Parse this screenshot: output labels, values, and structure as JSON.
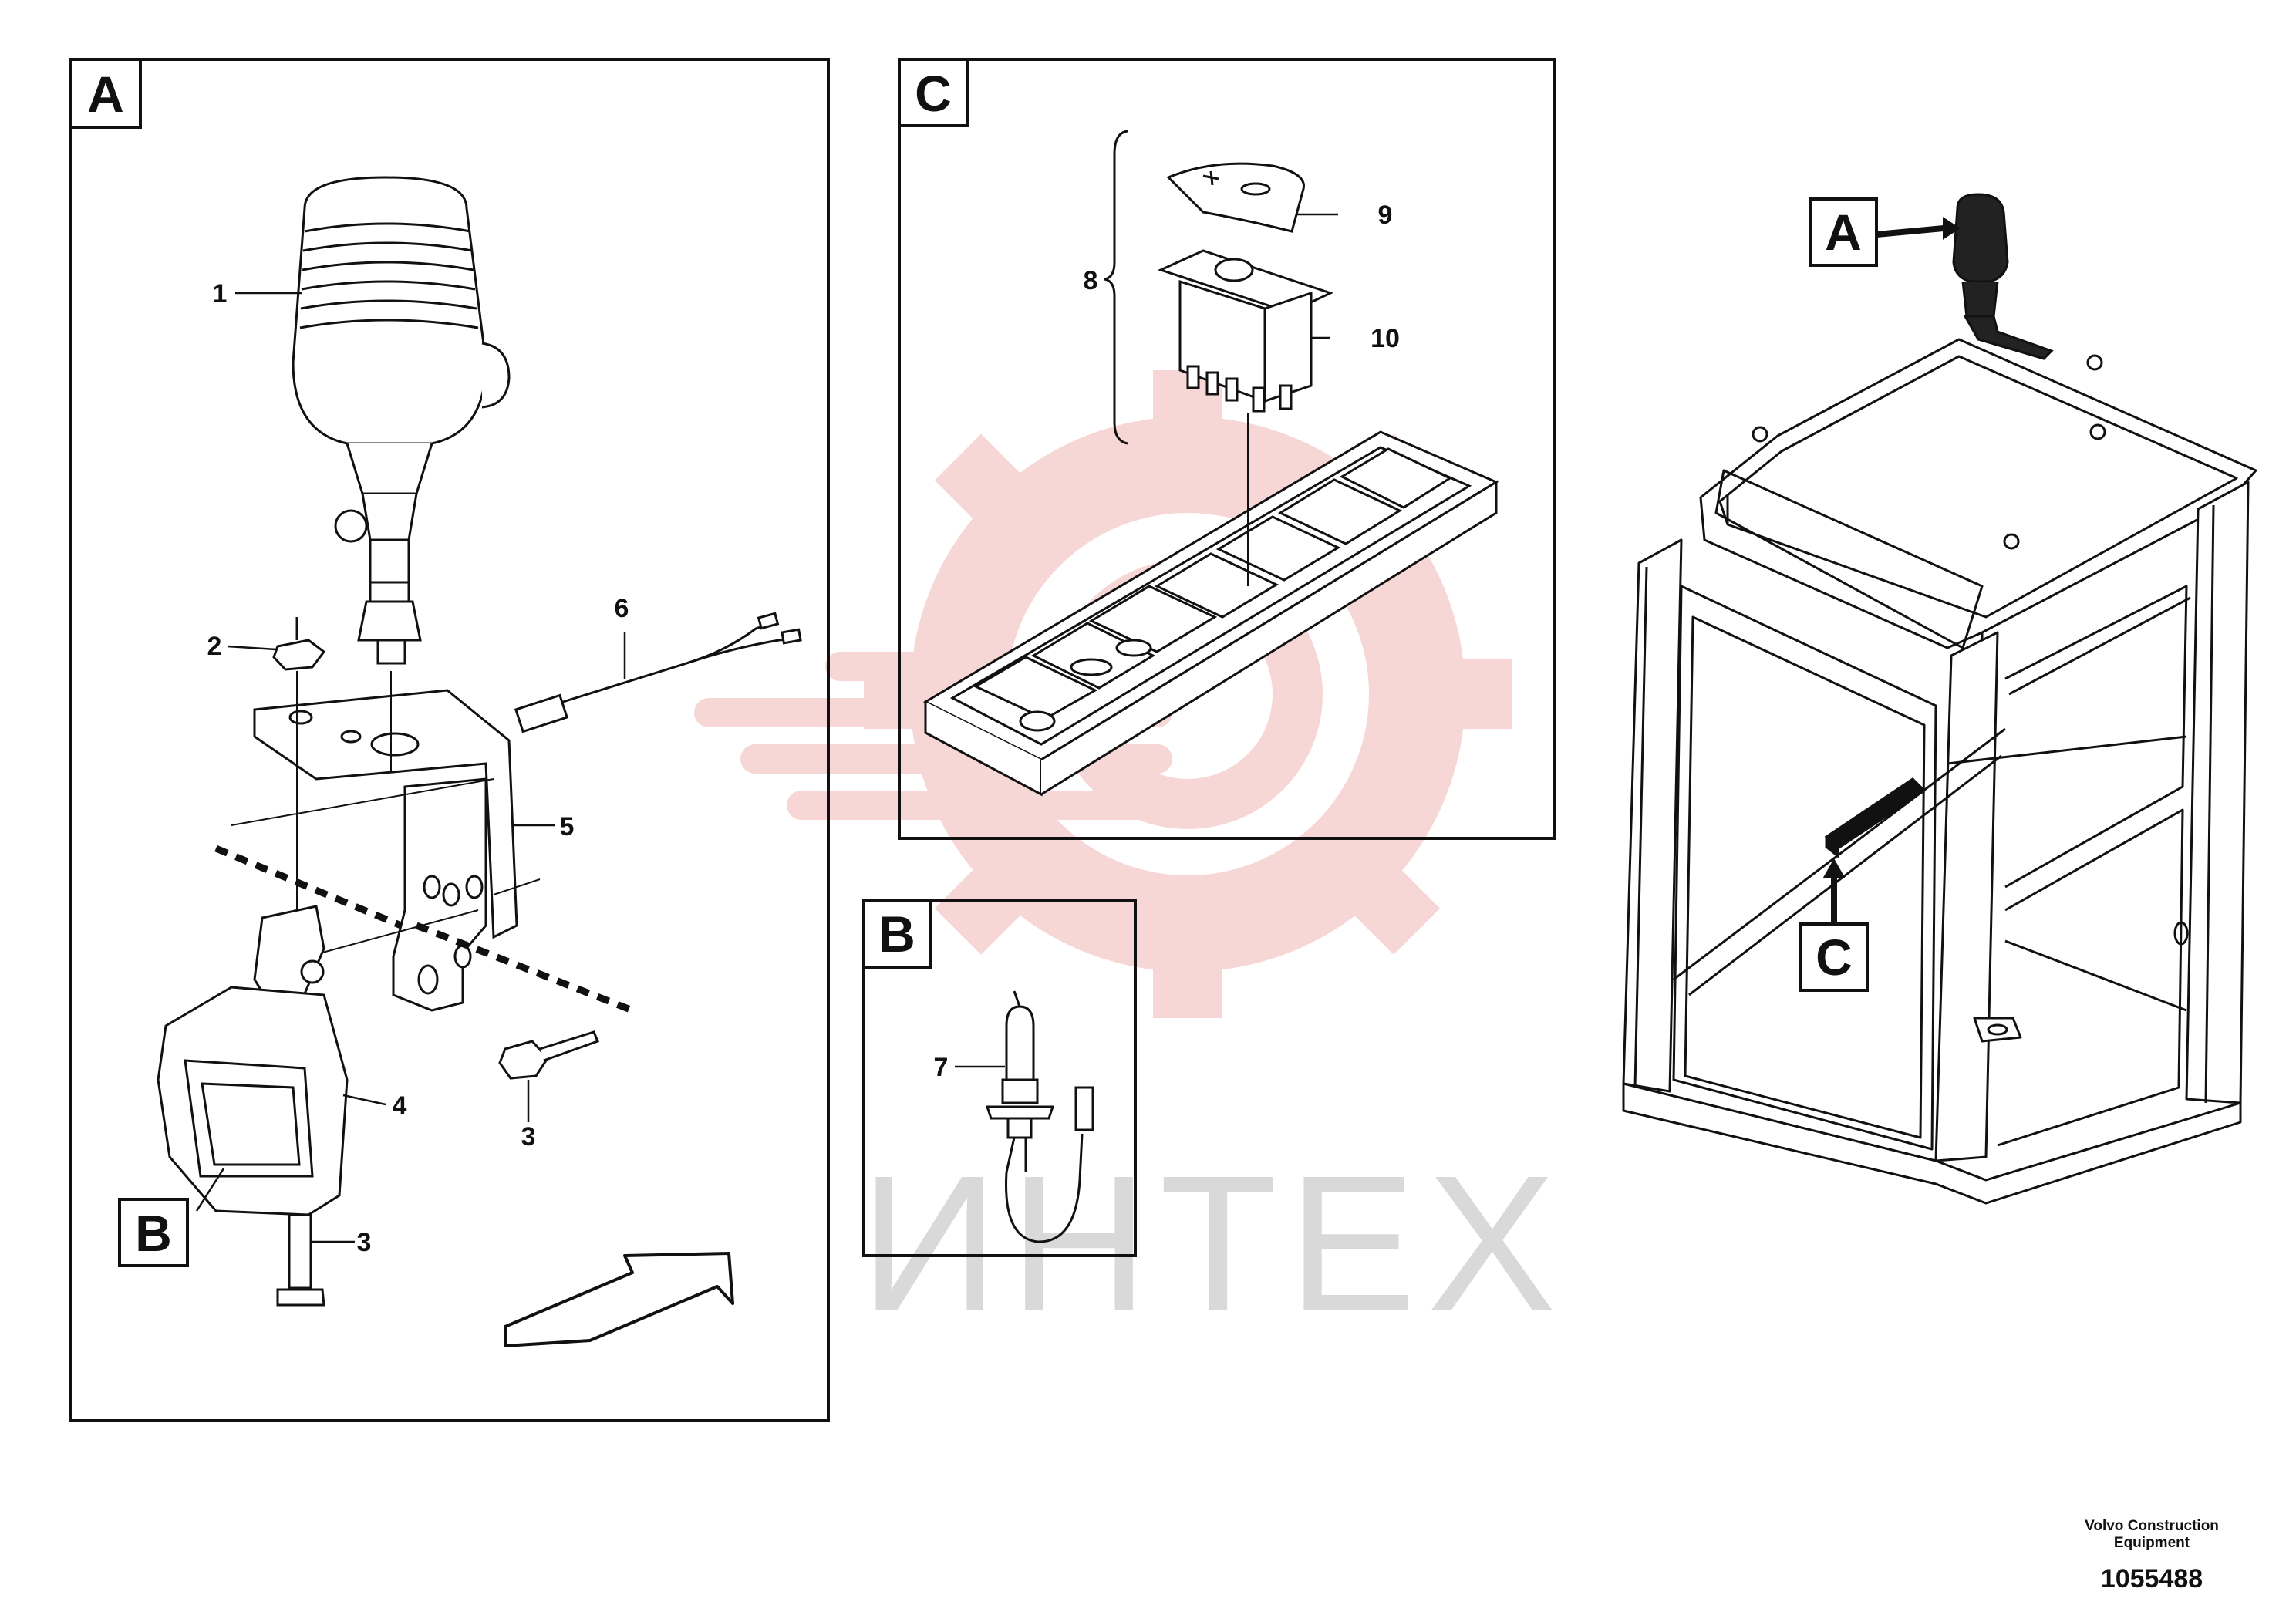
{
  "panels": {
    "a": {
      "letter": "A"
    },
    "b": {
      "letter": "B"
    },
    "c": {
      "letter": "C"
    }
  },
  "callouts": {
    "item_1": "1",
    "item_2": "2",
    "item_3_upper": "3",
    "item_3_lower": "3",
    "item_4": "4",
    "item_5": "5",
    "item_6": "6",
    "item_7": "7",
    "item_8": "8",
    "item_9": "9",
    "item_10": "10"
  },
  "markers": {
    "b_in_panel_a": "B",
    "a_on_cab": "A",
    "c_on_cab": "C"
  },
  "watermark": {
    "text": "ИНТЕХ"
  },
  "footer": {
    "company_line1": "Volvo Construction",
    "company_line2": "Equipment",
    "document_number": "1055488"
  },
  "colors": {
    "line": "#111111",
    "watermark_red": "#f5c6c6",
    "watermark_grey": "#d9d9d9",
    "background": "#ffffff"
  }
}
